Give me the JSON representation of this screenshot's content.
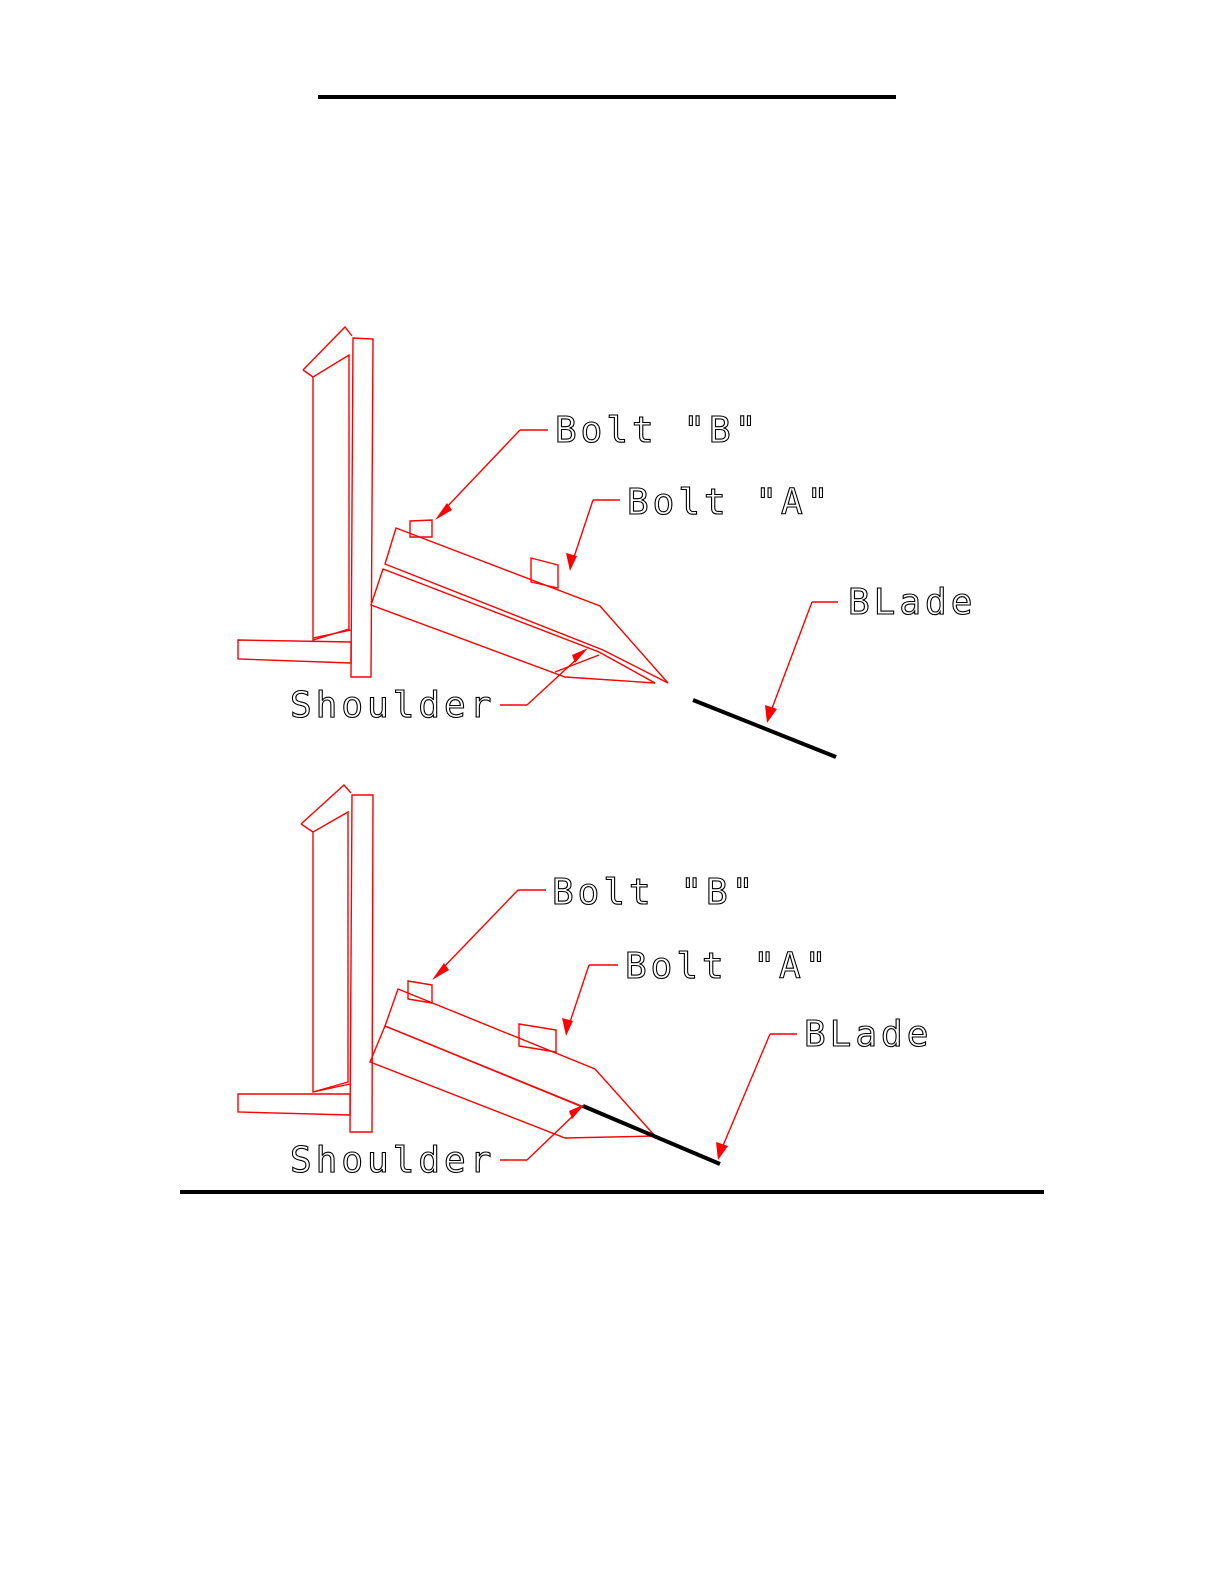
{
  "colors": {
    "part_lines": "#ff0000",
    "blade": "#000000",
    "rules": "#000000",
    "background": "#ffffff"
  },
  "top_view": {
    "bolt_b": "Bolt \"B\"",
    "bolt_a": "Bolt \"A\"",
    "blade": "BLade",
    "shoulder": "Shoulder"
  },
  "bottom_view": {
    "bolt_b": "Bolt \"B\"",
    "bolt_a": "Bolt \"A\"",
    "blade": "BLade",
    "shoulder": "Shoulder"
  }
}
